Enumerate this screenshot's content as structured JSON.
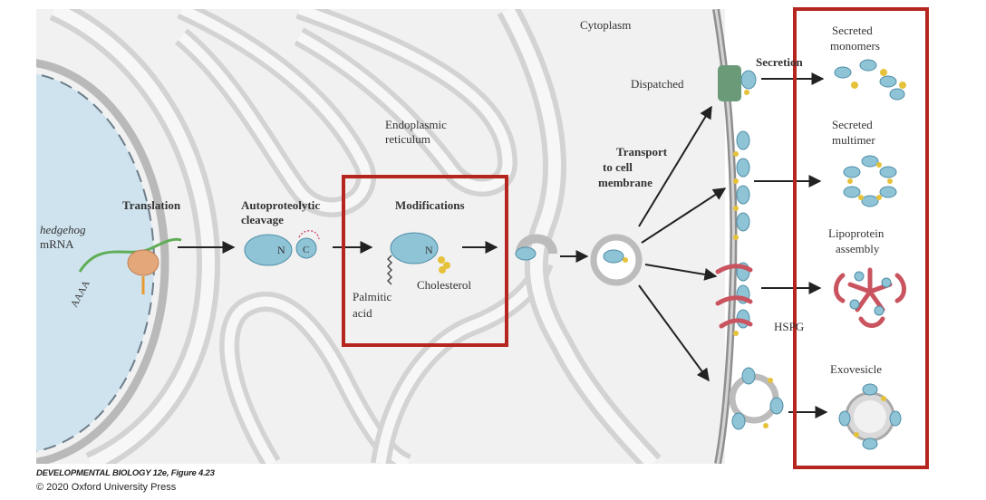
{
  "labels": {
    "cytoplasm": "Cytoplasm",
    "er_line1": "Endoplasmic",
    "er_line2": "reticulum",
    "hedgehog": "hedgehog",
    "mrna": "mRNA",
    "polyA": "AAAA",
    "translation": "Translation",
    "autoproteolytic_line1": "Autoproteolytic",
    "autoproteolytic_line2": "cleavage",
    "n_letter": "N",
    "c_letter": "C",
    "modifications": "Modifications",
    "n_letter2": "N",
    "palmitic_line1": "Palmitic",
    "palmitic_line2": "acid",
    "cholesterol": "Cholesterol",
    "transport_line1": "Transport",
    "transport_line2": "to cell",
    "transport_line3": "membrane",
    "dispatched": "Dispatched",
    "secretion": "Secretion",
    "hspg": "HSPG",
    "secreted_monomers_line1": "Secreted",
    "secreted_monomers_line2": "monomers",
    "secreted_multimer_line1": "Secreted",
    "secreted_multimer_line2": "multimer",
    "lipoprotein_line1": "Lipoprotein",
    "lipoprotein_line2": "assembly",
    "exovesicle": "Exovesicle"
  },
  "caption": {
    "line1": "DEVELOPMENTAL BIOLOGY 12e, Figure 4.23",
    "line2": "© 2020 Oxford University Press"
  },
  "colors": {
    "nucleus": "#cfe3ee",
    "organelle_fill": "#ececec",
    "organelle_stroke": "#bdbdbd",
    "protein": "#8fc3d6",
    "protein_stroke": "#4f8ea6",
    "cholesterol": "#e6c23a",
    "hspg": "#c9545f",
    "highlight_box": "#b5261f",
    "dispatched": "#6a9a78",
    "ribosome": "#e3a77a",
    "mrna": "#5fae57"
  }
}
